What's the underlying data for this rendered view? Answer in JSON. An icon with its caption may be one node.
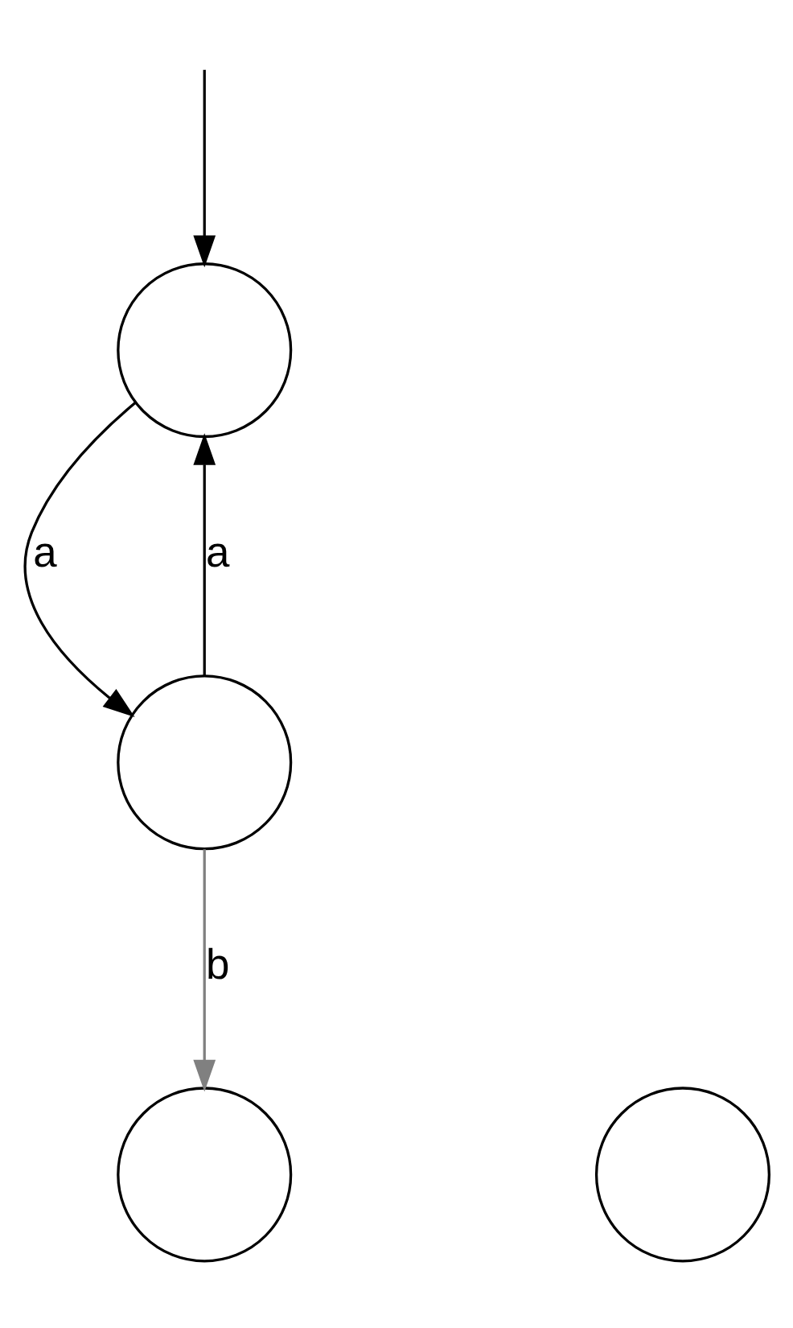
{
  "diagram": {
    "nodes": [
      {
        "text": [],
        "shape": "circle"
      },
      {
        "text": [],
        "shape": "circle"
      },
      {
        "text": [],
        "shape": "circle"
      },
      {
        "text": [],
        "shape": "circle"
      }
    ],
    "edges": [
      {
        "from": null,
        "to": 0,
        "arrow": "to"
      },
      {
        "from": 0,
        "to": 1,
        "label": "a",
        "arrow": "to"
      },
      {
        "from": 1,
        "to": 0,
        "label": "a",
        "arrow": "to"
      },
      {
        "from": 1,
        "to": 3,
        "label": "b",
        "arrow": "to",
        "color": "#808080"
      }
    ]
  }
}
